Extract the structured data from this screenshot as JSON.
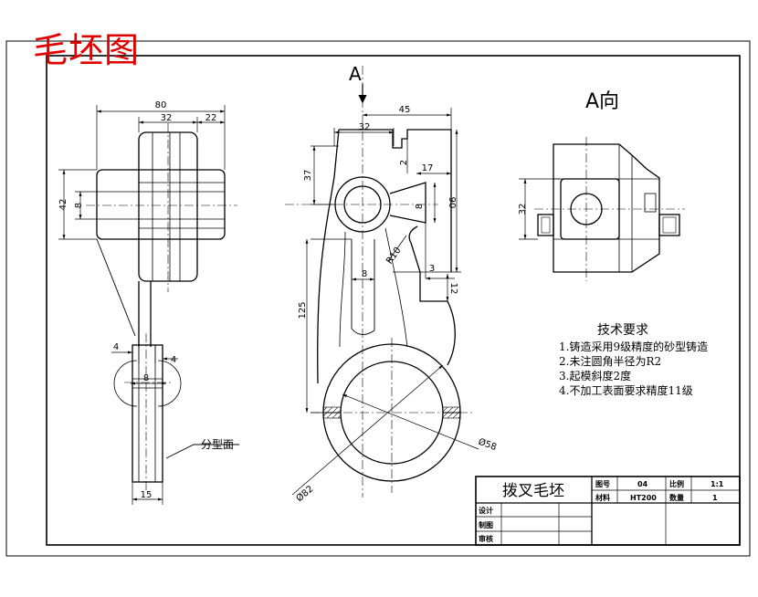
{
  "sheet": {
    "title": "毛坯图",
    "view_label_a": "A",
    "view_label_a_dir": "A向",
    "parting_label": "分型面"
  },
  "dimensions": {
    "side_view": [
      "80",
      "32",
      "22",
      "42",
      "8",
      "4",
      "4",
      "8",
      "15"
    ],
    "front_view": [
      "45",
      "32",
      "2",
      "17",
      "37",
      "8",
      "90",
      "R10",
      "8",
      "3",
      "12",
      "125",
      "Ø58",
      "Ø82"
    ],
    "a_view": [
      "32"
    ]
  },
  "tech_requirements": {
    "title": "技术要求",
    "items": [
      "1.铸造采用9级精度的砂型铸造",
      "2.未注圆角半径为R2",
      "3.起模斜度2度",
      "4.不加工表面要求精度11级"
    ]
  },
  "title_block": {
    "part_name": "拨叉毛坯",
    "drawing_no_label": "图号",
    "drawing_no": "04",
    "scale_label": "比例",
    "scale": "1:1",
    "material_label": "材料",
    "material": "HT200",
    "quantity_label": "数量",
    "quantity": "1",
    "designer_label": "设计",
    "drafter_label": "制图",
    "reviewer_label": "审核"
  }
}
